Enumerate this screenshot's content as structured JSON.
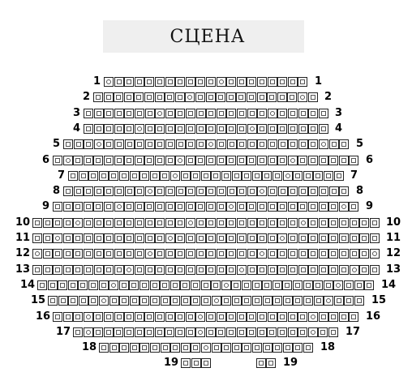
{
  "stage": {
    "label": "СЦЕНА"
  },
  "rows": [
    {
      "number": "1",
      "seats": 20
    },
    {
      "number": "2",
      "seats": 22
    },
    {
      "number": "3",
      "seats": 24
    },
    {
      "number": "4",
      "seats": 24
    },
    {
      "number": "5",
      "seats": 28
    },
    {
      "number": "6",
      "seats": 30
    },
    {
      "number": "7",
      "seats": 27
    },
    {
      "number": "8",
      "seats": 28
    },
    {
      "number": "9",
      "seats": 30
    },
    {
      "number": "10",
      "seats": 34
    },
    {
      "number": "11",
      "seats": 34
    },
    {
      "number": "12",
      "seats": 34
    },
    {
      "number": "13",
      "seats": 34
    },
    {
      "number": "14",
      "seats": 33
    },
    {
      "number": "15",
      "seats": 31
    },
    {
      "number": "16",
      "seats": 30
    },
    {
      "number": "17",
      "seats": 26
    },
    {
      "number": "18",
      "seats": 21
    },
    {
      "number": "19",
      "seats": 5
    }
  ],
  "colors": {
    "seat_border": "#222222",
    "stage_bg": "#efefef",
    "sold": "#888888"
  }
}
